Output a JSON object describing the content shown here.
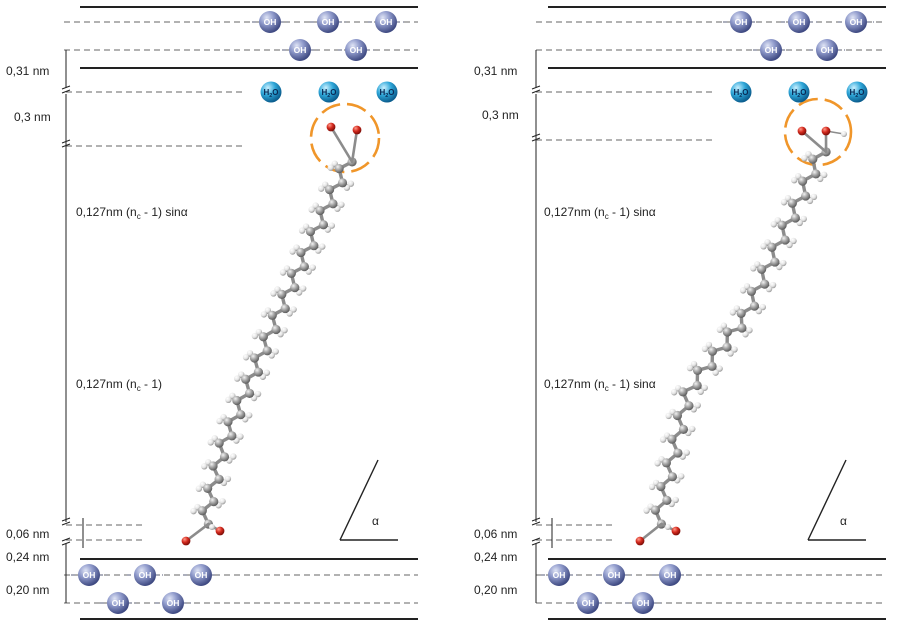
{
  "panels": [
    {
      "id": "left",
      "labels": {
        "top_spacing": "0,31 nm",
        "water_spacing": "0,3 nm",
        "tail_length": "0,127nm (n",
        "tail_sub": "c",
        "tail_suffix_angled": " - 1) sinα",
        "lower_length": "0,127nm (n",
        "lower_sub": "c",
        "lower_suffix": " - 1)",
        "bottom_gap": "0,06 nm",
        "bottom_spacing_1": "0,24 nm",
        "bottom_spacing_2": "0,20 nm",
        "angle": "α"
      }
    },
    {
      "id": "right",
      "labels": {
        "top_spacing": "0,31 nm",
        "water_spacing": "0,3 nm",
        "tail_length": "0,127nm (n",
        "tail_sub": "c",
        "tail_suffix_angled": " - 1) sinα",
        "lower_length": "0,127nm (n",
        "lower_sub": "c",
        "lower_suffix": " - 1) sinα",
        "bottom_gap": "0,06 nm",
        "bottom_spacing_1": "0,24 nm",
        "bottom_spacing_2": "0,20 nm",
        "angle": "α"
      }
    }
  ],
  "atoms": {
    "hydroxyl": "OH",
    "water": "H",
    "water_sub": "2",
    "water_suffix": "O"
  },
  "colors": {
    "oh_sphere": "#7a86b8",
    "water_sphere": "#2ea6d8",
    "carbon": "#9a9a9a",
    "hydrogen": "#e6e6e6",
    "oxygen": "#d42a1e",
    "highlight": "#f0962a",
    "line": "#222222",
    "dash": "#666666"
  }
}
